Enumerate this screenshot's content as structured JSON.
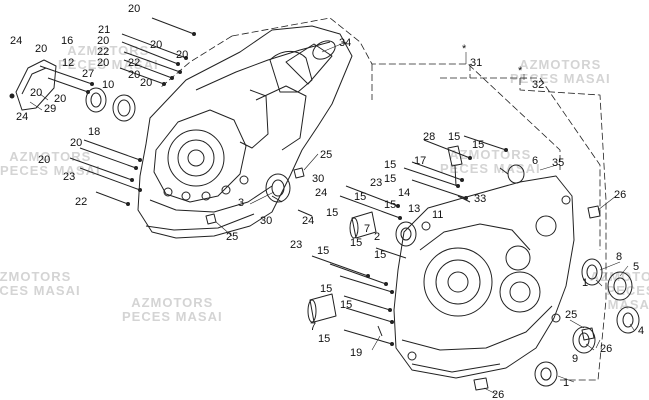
{
  "watermark": {
    "line1": "AZMOTORS",
    "line2": "PECES MASAI"
  },
  "callouts": [
    "1",
    "2",
    "3",
    "4",
    "5",
    "6",
    "7",
    "8",
    "9",
    "10",
    "11",
    "12",
    "13",
    "14",
    "15",
    "16",
    "17",
    "18",
    "19",
    "20",
    "21",
    "22",
    "23",
    "24",
    "25",
    "26",
    "27",
    "28",
    "29",
    "30",
    "31",
    "32",
    "33",
    "34",
    "35"
  ],
  "asterisk": "*",
  "colors": {
    "line": "#222222",
    "watermark": "#d4d4d4",
    "background": "#ffffff"
  }
}
